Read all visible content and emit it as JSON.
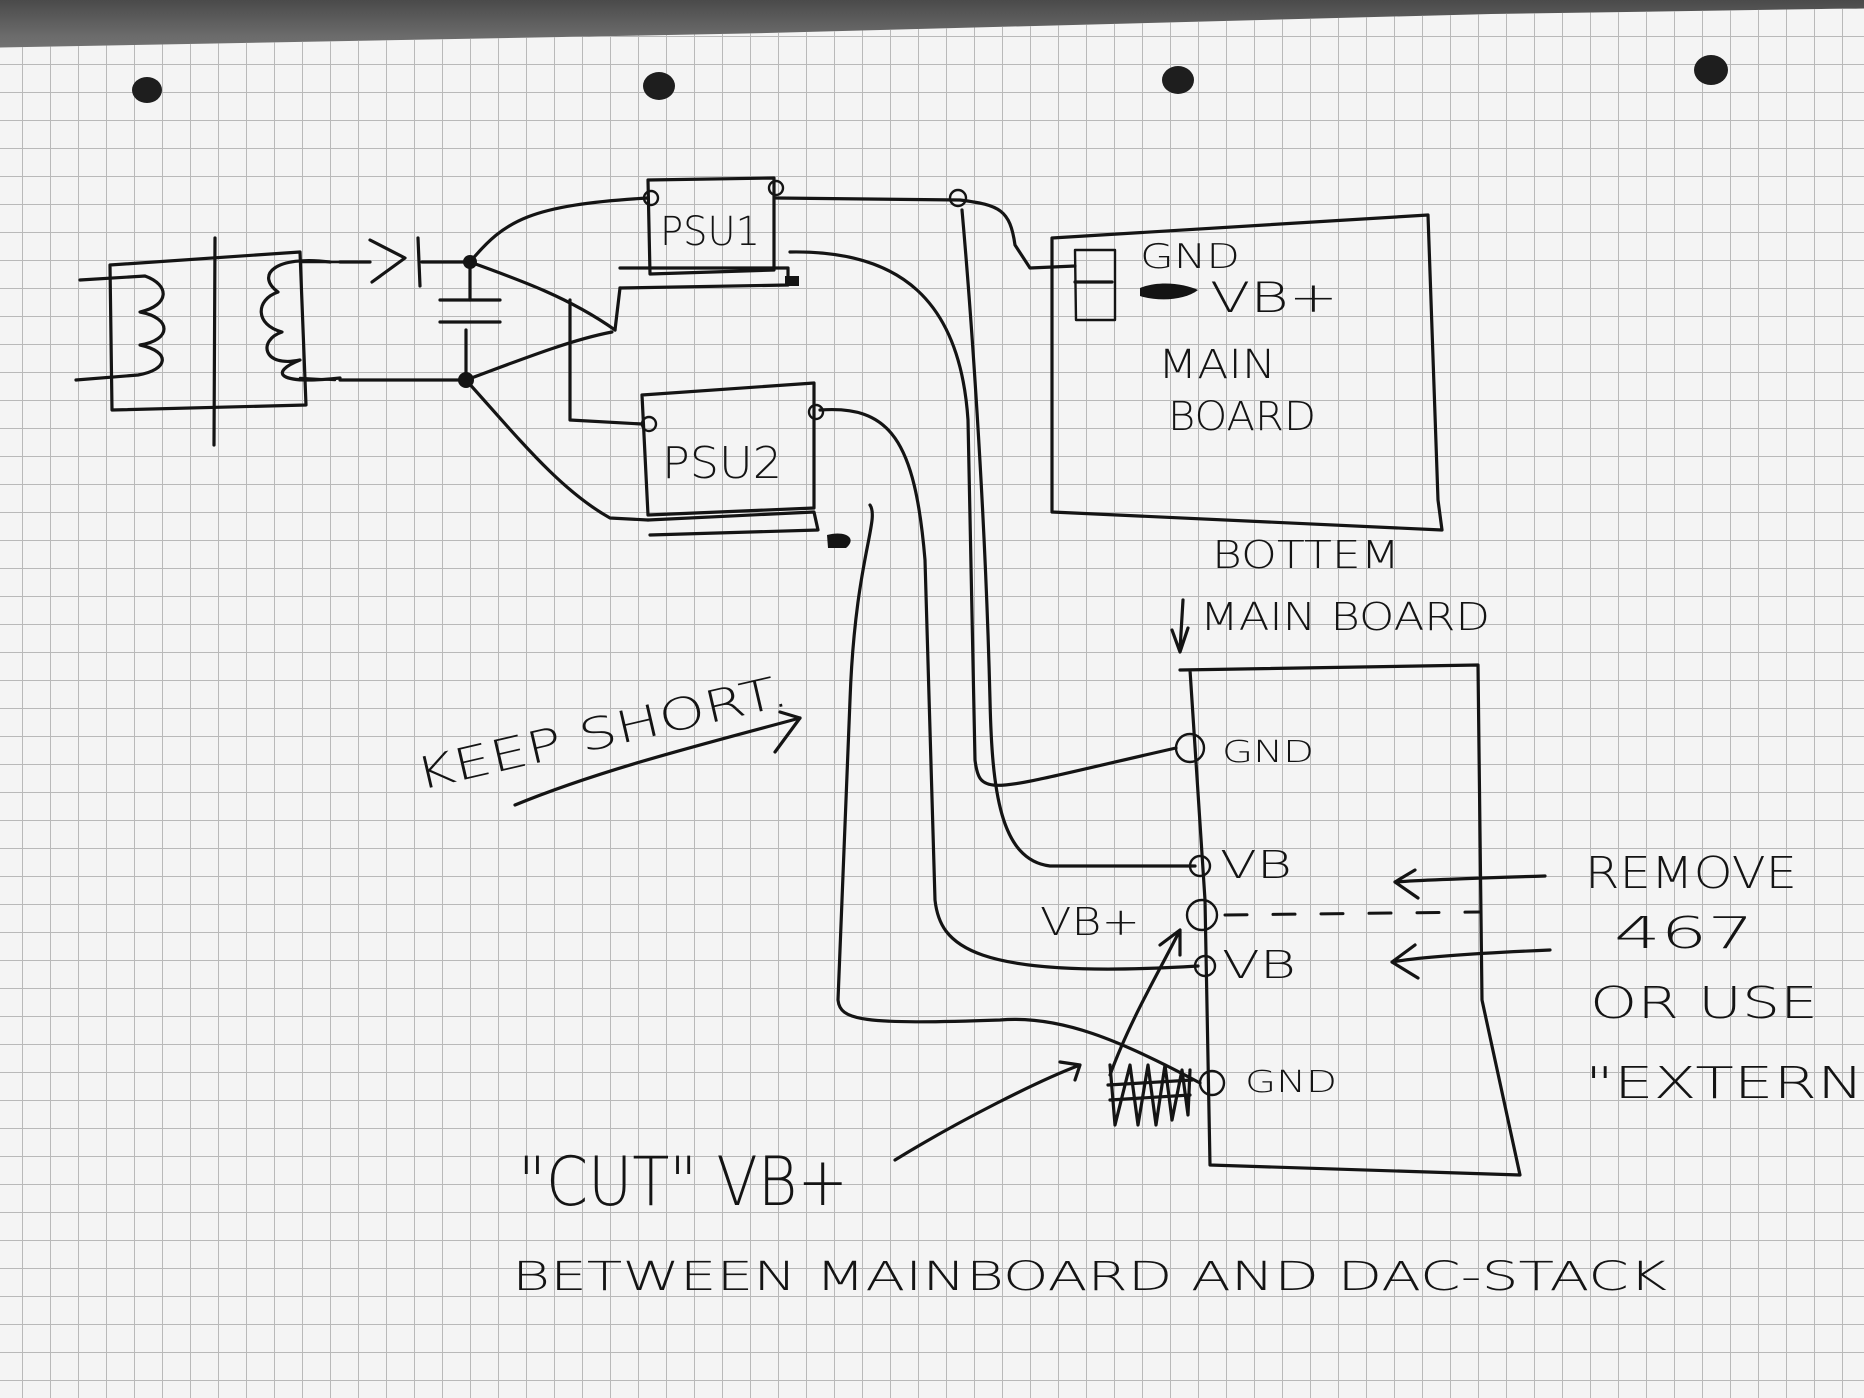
{
  "labels": {
    "psu1": "PSU1",
    "psu2": "PSU2",
    "main_gnd": "GND",
    "main_vb": "VB+",
    "main_board_line1": "MAIN",
    "main_board_line2": "BOARD",
    "bottom_line1": "BOTTEM",
    "bottom_line2": "MAIN BOARD",
    "pin_gnd_top": "GND",
    "pin_vb_1": "VB",
    "pin_vb_plus": "VB+",
    "pin_vb_2": "VB",
    "pin_gnd_bottom": "GND",
    "keep_short": "KEEP SHORT.",
    "remove_1": "REMOVE",
    "remove_2": "467",
    "remove_3": "OR USE",
    "remove_4": "\"EXTERN",
    "cut": "\"CUT\" VB+",
    "between": "BETWEEN MAINBOARD AND DAC-STACK"
  }
}
